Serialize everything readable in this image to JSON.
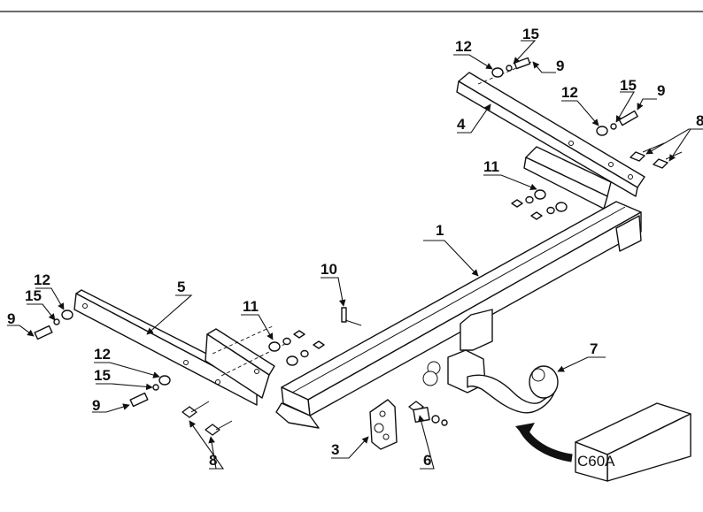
{
  "diagram": {
    "box_label": "C60A",
    "callouts": {
      "p1": "1",
      "p3": "3",
      "p4": "4",
      "p5": "5",
      "p6": "6",
      "p7": "7",
      "p8_left": "8",
      "p8_right": "8",
      "p9_a": "9",
      "p9_b": "9",
      "p9_c": "9",
      "p9_d": "9",
      "p10": "10",
      "p11_left": "11",
      "p11_right": "11",
      "p12_a": "12",
      "p12_b": "12",
      "p12_c": "12",
      "p12_d": "12",
      "p15_a": "15",
      "p15_b": "15",
      "p15_c": "15",
      "p15_d": "15"
    }
  }
}
